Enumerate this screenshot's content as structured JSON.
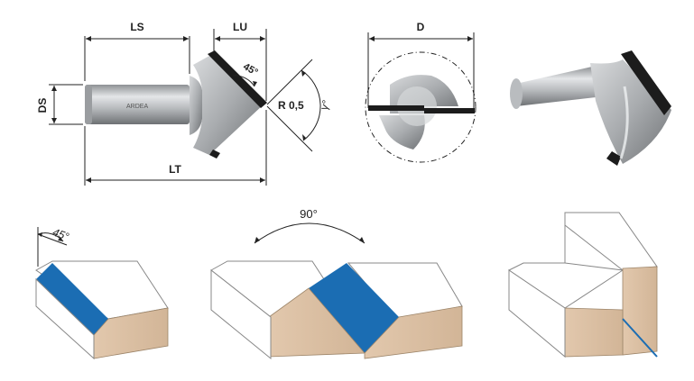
{
  "dimensions": {
    "ls": "LS",
    "lu": "LU",
    "ds": "DS",
    "lt": "LT",
    "d": "D",
    "bevel_angle": "45°",
    "radius": "R 0,5",
    "cutting_angle": "γ°"
  },
  "shank_engraving": "ARDEA",
  "examples": {
    "chamfer_angle": "45°",
    "vgroove_angle": "90°"
  },
  "colors": {
    "cut_face": "#1b6db3",
    "wood": "#dcc1a6",
    "steel": "#c2c4c6",
    "carbide": "#1c1c1c"
  }
}
